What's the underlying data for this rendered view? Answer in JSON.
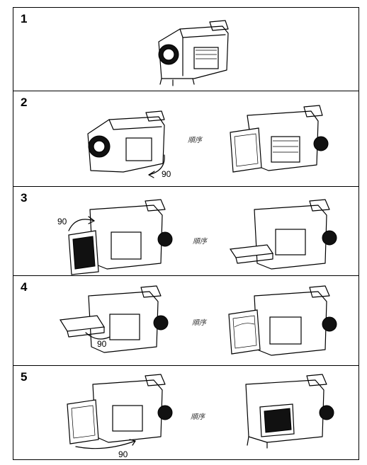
{
  "steps": [
    {
      "number": "1"
    },
    {
      "number": "2",
      "angle_label": "90",
      "caption": "順序"
    },
    {
      "number": "3",
      "angle_label": "90",
      "caption": "順序"
    },
    {
      "number": "4",
      "angle_label": "90",
      "caption": "順序"
    },
    {
      "number": "5",
      "angle_label": "90",
      "caption": "順序"
    }
  ]
}
